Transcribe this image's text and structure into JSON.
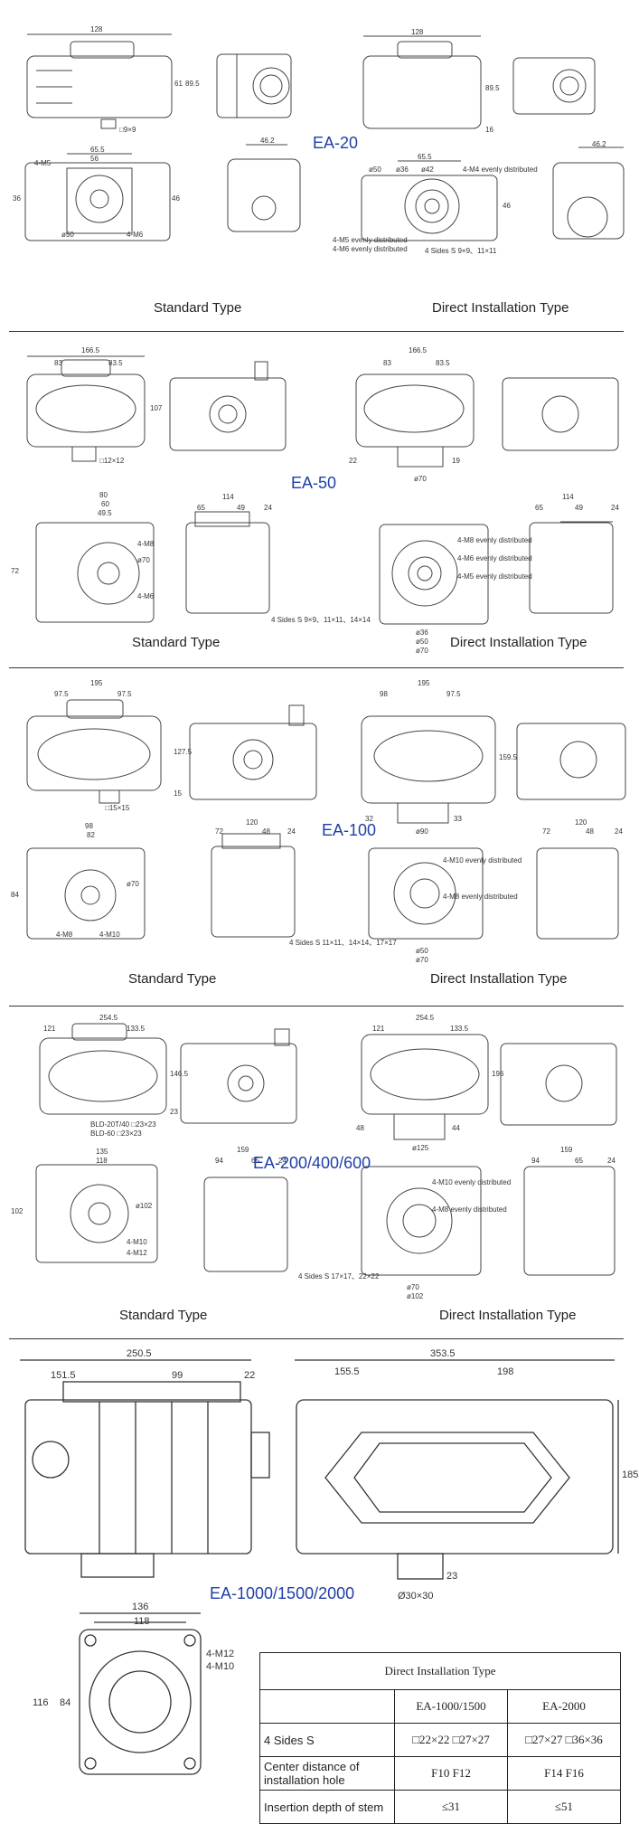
{
  "sections": [
    {
      "model": "EA-20",
      "standard_caption": "Standard  Type",
      "direct_caption": "Direct Installation Type",
      "dims_standard": [
        "128",
        "61",
        "89.5",
        "□9×9",
        "65.5",
        "56",
        "4-M5",
        "36",
        "46",
        "ø50",
        "4-M6",
        "46.2"
      ],
      "dims_direct": [
        "128",
        "89.5",
        "16",
        "65.5",
        "ø50",
        "ø36",
        "ø42",
        "4-M4 evenly distributed",
        "46",
        "4-M5 evenly distributed",
        "4-M6 evenly distributed",
        "4 Sides S 9×9、11×11",
        "46.2"
      ]
    },
    {
      "model": "EA-50",
      "standard_caption": "Standard  Type",
      "direct_caption": "Direct Installation Type",
      "dims_standard": [
        "166.5",
        "83",
        "83.5",
        "107",
        "□12×12",
        "80",
        "60",
        "49.5",
        "72",
        "ø70",
        "114",
        "65",
        "49",
        "24",
        "4-M8",
        "4-M6"
      ],
      "dims_direct": [
        "166.5",
        "83",
        "83.5",
        "22",
        "19",
        "ø70",
        "4-M8 evenly distributed",
        "4-M6 evenly distributed",
        "4-M5 evenly distributed",
        "ø36",
        "ø50",
        "ø70",
        "4 Sides S 9×9、11×11、14×14",
        "114",
        "65",
        "49",
        "24"
      ]
    },
    {
      "model": "EA-100",
      "standard_caption": "Standard  Type",
      "direct_caption": "Direct Installation Type",
      "dims_standard": [
        "195",
        "97.5",
        "97.5",
        "127.5",
        "15",
        "□15×15",
        "98",
        "82",
        "84",
        "ø70",
        "4-M8",
        "4-M10",
        "120",
        "72",
        "48",
        "24"
      ],
      "dims_direct": [
        "195",
        "98",
        "97.5",
        "159.5",
        "32",
        "33",
        "ø90",
        "4-M10 evenly distributed",
        "4-M8 evenly distributed",
        "ø50",
        "ø70",
        "4 Sides S 11×11、14×14、17×17",
        "120",
        "72",
        "48",
        "24"
      ]
    },
    {
      "model": "EA-200/400/600",
      "standard_caption": "Standard  Type",
      "direct_caption": "Direct Installation Type",
      "dims_standard": [
        "254.5",
        "121",
        "133.5",
        "146.5",
        "23",
        "BLD-20T/40 □23×23",
        "BLD-60 □23×23",
        "135",
        "118",
        "102",
        "ø102",
        "4-M10",
        "4-M12",
        "159",
        "94",
        "65",
        "24"
      ],
      "dims_direct": [
        "254.5",
        "121",
        "133.5",
        "196",
        "48",
        "44",
        "ø125",
        "4-M10 evenly distributed",
        "4-M8 evenly distributed",
        "ø70",
        "ø102",
        "4 Sides S 17×17、22×22",
        "159",
        "94",
        "65",
        "24"
      ]
    },
    {
      "model": "EA-1000/1500/2000",
      "dims_left": [
        "250.5",
        "151.5",
        "99",
        "22"
      ],
      "dims_right": [
        "353.5",
        "155.5",
        "198",
        "185",
        "23",
        "Ø30×30"
      ],
      "dims_flange": [
        "136",
        "118",
        "4-M12",
        "4-M10",
        "116",
        "84"
      ]
    }
  ],
  "spec_table": {
    "title": "Direct Installation Type",
    "col_headers": [
      "EA-1000/1500",
      "EA-2000"
    ],
    "rows": [
      {
        "label": "4 Sides S",
        "v1": "□22×22  □27×27",
        "v2": "□27×27  □36×36"
      },
      {
        "label": "Center distance of installation hole",
        "v1": "F10   F12",
        "v2": "F14   F16"
      },
      {
        "label": "Insertion depth of stem",
        "v1": "≤31",
        "v2": "≤51"
      }
    ]
  }
}
